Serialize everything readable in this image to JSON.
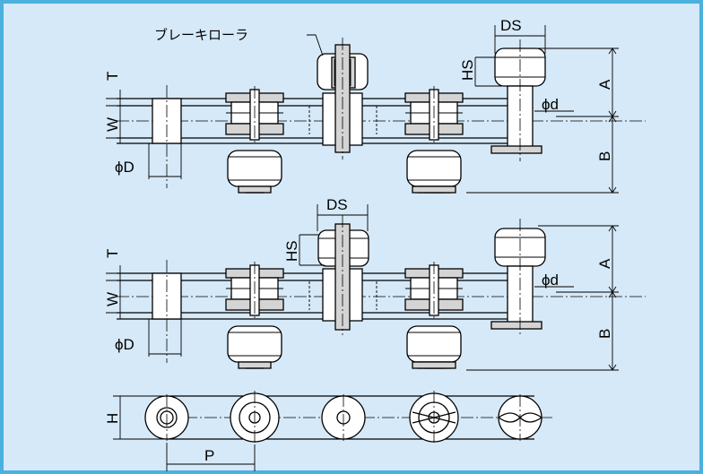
{
  "labels": {
    "brake_roller": "ブレーキローラ",
    "DS": "DS",
    "HS": "HS",
    "T": "T",
    "W": "W",
    "D": "ϕD",
    "d": "ϕd",
    "A": "A",
    "B": "B",
    "H": "H",
    "P": "P"
  },
  "colors": {
    "border": "#4ab1df",
    "background": "#d6e9f8",
    "line": "#000000"
  }
}
